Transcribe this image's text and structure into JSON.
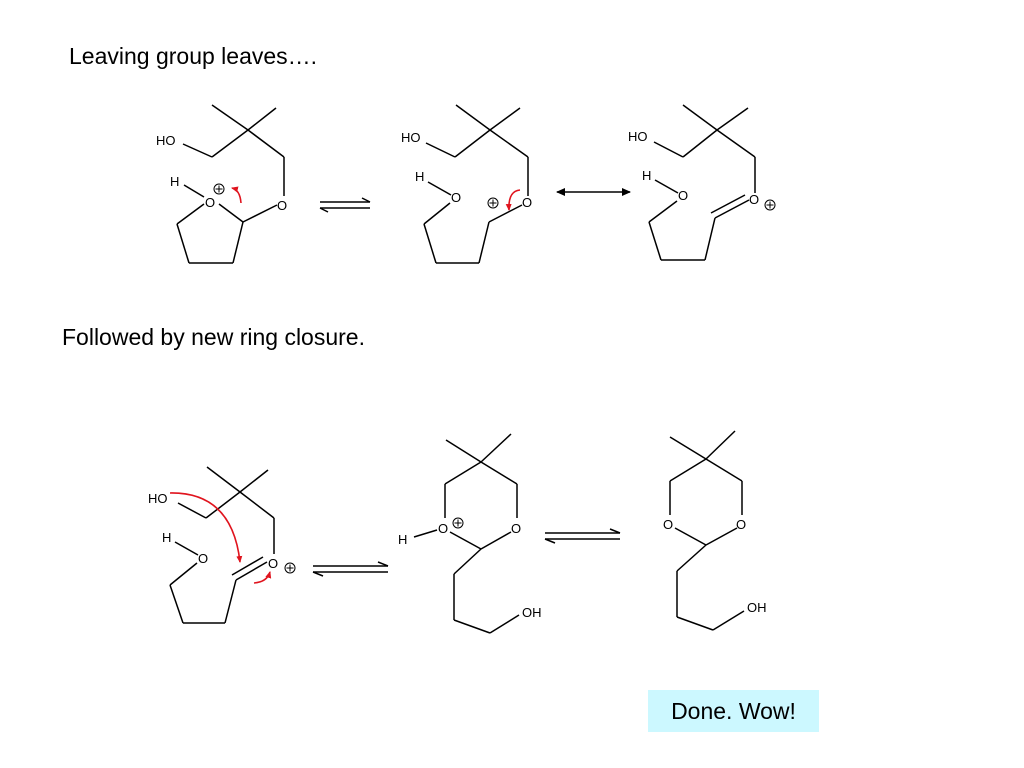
{
  "headings": {
    "leaving": "Leaving group leaves….",
    "closure": "Followed by new ring closure."
  },
  "callout": {
    "text": "Done.  Wow!",
    "background": "#ccf8ff"
  },
  "atoms": {
    "hydroxyl": "HO",
    "hydroxyl_right": "OH",
    "oxygen": "O",
    "hydrogen": "H"
  },
  "colors": {
    "arrow": "#e0141e",
    "bond": "#000000",
    "callout": "#ccf8ff"
  },
  "symbols": {
    "charge": "plus-charge-icon",
    "equilibrium": "equilibrium-arrow-icon",
    "resonance": "resonance-arrow-icon"
  }
}
